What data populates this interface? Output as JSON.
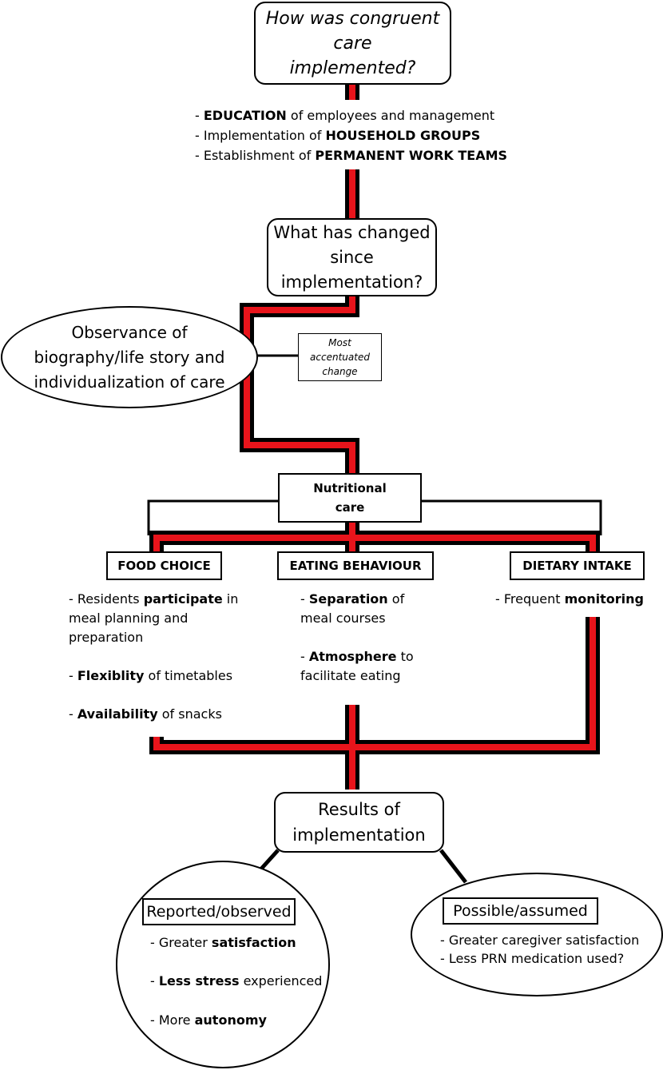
{
  "question1": {
    "lines": [
      "How was congruent",
      "care",
      "implemented?"
    ]
  },
  "methods": [
    {
      "prefix": "- ",
      "bold": "EDUCATION",
      "suffix": " of employees and management"
    },
    {
      "prefix": "- Implementation of ",
      "bold": "HOUSEHOLD GROUPS",
      "suffix": ""
    },
    {
      "prefix": "- Establishment of ",
      "bold": "PERMANENT WORK TEAMS",
      "suffix": ""
    }
  ],
  "question2": {
    "lines": [
      "What has changed",
      "since",
      "implementation?"
    ]
  },
  "observance": {
    "lines": [
      "Observance of",
      "biography/life story and",
      "individualization of care"
    ]
  },
  "accent_note": {
    "lines": [
      "Most",
      "accentuated",
      "change"
    ]
  },
  "nutritional": {
    "lines": [
      "Nutritional",
      "care"
    ]
  },
  "categories": {
    "food_choice": "FOOD CHOICE",
    "eating_behaviour": "EATING BEHAVIOUR",
    "dietary_intake": "DIETARY INTAKE"
  },
  "food_choice_items": [
    [
      {
        "t": "- Residents "
      },
      {
        "t": "participate",
        "b": true
      },
      {
        "t": " in"
      }
    ],
    [
      {
        "t": "meal planning and"
      }
    ],
    [
      {
        "t": "preparation"
      }
    ],
    [
      {
        "t": "- "
      },
      {
        "t": "Flexiblity",
        "b": true
      },
      {
        "t": " of timetables"
      }
    ],
    [
      {
        "t": "- "
      },
      {
        "t": "Availability",
        "b": true
      },
      {
        "t": " of snacks"
      }
    ]
  ],
  "eating_items": [
    [
      {
        "t": "- "
      },
      {
        "t": "Separation",
        "b": true
      },
      {
        "t": " of"
      }
    ],
    [
      {
        "t": "meal courses"
      }
    ],
    [
      {
        "t": "- "
      },
      {
        "t": "Atmosphere",
        "b": true
      },
      {
        "t": " to"
      }
    ],
    [
      {
        "t": "facilitate eating"
      }
    ]
  ],
  "dietary_items": [
    [
      {
        "t": "- Frequent "
      },
      {
        "t": "monitoring",
        "b": true
      }
    ]
  ],
  "results": {
    "lines": [
      "Results of",
      "implementation"
    ]
  },
  "reported": {
    "title": "Reported/observed",
    "items": [
      [
        {
          "t": "- Greater "
        },
        {
          "t": "satisfaction",
          "b": true
        }
      ],
      [
        {
          "t": "- "
        },
        {
          "t": "Less stress",
          "b": true
        },
        {
          "t": " experienced"
        }
      ],
      [
        {
          "t": "- More "
        },
        {
          "t": "autonomy",
          "b": true
        }
      ]
    ]
  },
  "possible": {
    "title": "Possible/assumed",
    "items": [
      [
        {
          "t": "- Greater caregiver satisfaction"
        }
      ],
      [
        {
          "t": "- Less PRN medication used?"
        }
      ]
    ]
  },
  "colors": {
    "flow_red": "#e8141b",
    "flow_black": "#000000"
  }
}
